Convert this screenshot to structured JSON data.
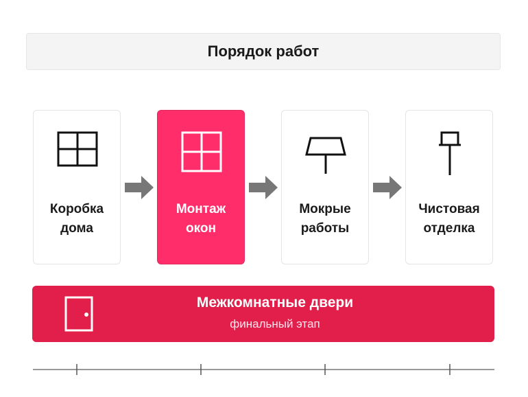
{
  "header": {
    "title": "Порядок работ"
  },
  "steps": [
    {
      "label": "Коробка\nдома",
      "icon": "window-grid-icon",
      "active": false
    },
    {
      "label": "Монтаж\nокон",
      "icon": "window-grid-icon",
      "active": true
    },
    {
      "label": "Мокрые\nработы",
      "icon": "trowel-icon",
      "active": false
    },
    {
      "label": "Чистовая\nотделка",
      "icon": "paint-roller-icon",
      "active": false
    }
  ],
  "banner": {
    "title": "Межкомнатные двери",
    "subtitle": "финальный этап",
    "icon": "door-icon"
  },
  "colors": {
    "accent": "#ff2e6b",
    "banner": "#e21e4b",
    "arrow": "#777777",
    "outline": "#111111"
  }
}
